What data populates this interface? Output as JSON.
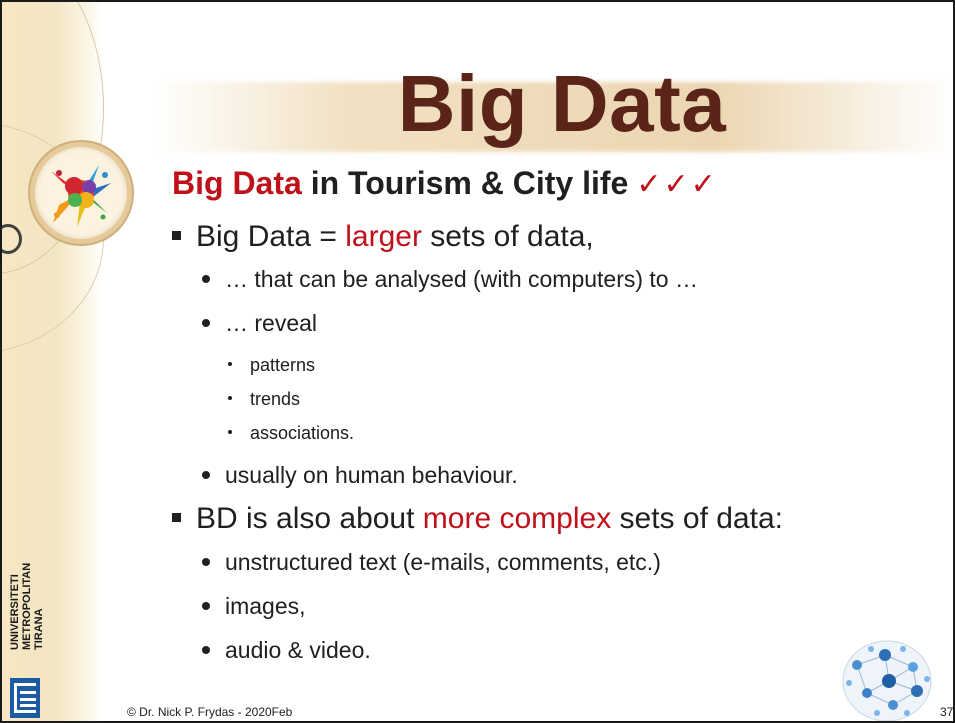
{
  "slide": {
    "title": "Big Data",
    "subtitle": {
      "red_part": "Big Data",
      "rest": " in Tourism & City life",
      "checks": "✓✓✓"
    },
    "bullets": [
      {
        "pre": "Big Data = ",
        "red": "larger",
        "post": " sets of data,"
      },
      {
        "text": "… that can be analysed (with computers) to …"
      },
      {
        "text": "… reveal"
      },
      {
        "text": "patterns"
      },
      {
        "text": "trends"
      },
      {
        "text": "associations."
      },
      {
        "text": "usually on human behaviour."
      },
      {
        "pre": "BD is also about ",
        "red": "more complex",
        "post": " sets of data:"
      },
      {
        "text": "unstructured text (e-mails, comments, etc.)"
      },
      {
        "text": "images,"
      },
      {
        "text": "audio & video."
      }
    ],
    "footer": "© Dr. Nick P. Frydas -  2020Feb",
    "page_number": "37",
    "university_logo_text": "UNIVERSITETI\nMETROPOLITAN\nTIRANA",
    "colors": {
      "title": "#5a2418",
      "accent_red": "#c0101a",
      "text": "#202020"
    },
    "icons": [
      "paint-splash-logo-icon",
      "university-logo-icon",
      "network-globe-icon"
    ]
  }
}
